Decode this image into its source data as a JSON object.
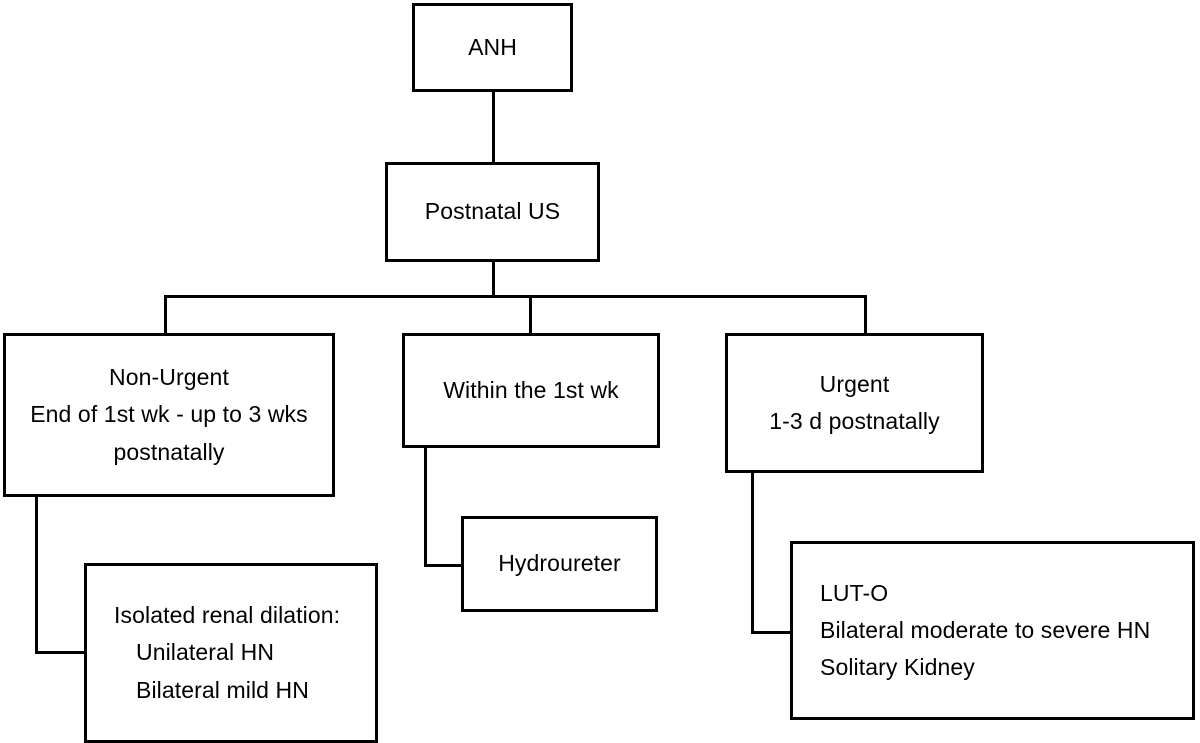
{
  "diagram": {
    "title": "ANH postnatal ultrasound timing flowchart",
    "line_color": "#000000",
    "box_fill": "#ffffff",
    "box_border_color": "#000000"
  },
  "nodes": {
    "anh": {
      "name": "ANH",
      "lines": [
        "ANH"
      ]
    },
    "postnatal_us": {
      "name": "Postnatal US",
      "lines": [
        "Postnatal US"
      ]
    },
    "non_urgent": {
      "name": "Non-Urgent",
      "lines": [
        "Non-Urgent",
        "End of 1st wk - up to 3 wks",
        "postnatally"
      ]
    },
    "within_first_wk": {
      "name": "Within the 1st wk",
      "lines": [
        "Within the 1st wk"
      ]
    },
    "urgent": {
      "name": "Urgent",
      "lines": [
        "Urgent",
        "1-3 d postnatally"
      ]
    },
    "isolated_renal_dilation": {
      "name": "Isolated renal dilation",
      "lines": [
        "Isolated renal dilation:",
        "Unilateral HN",
        "Bilateral mild HN"
      ]
    },
    "hydroureter": {
      "name": "Hydroureter",
      "lines": [
        "Hydroureter"
      ]
    },
    "lut_o": {
      "name": "LUT-O",
      "lines": [
        "LUT-O",
        "Bilateral moderate to severe HN",
        "Solitary Kidney"
      ]
    }
  }
}
